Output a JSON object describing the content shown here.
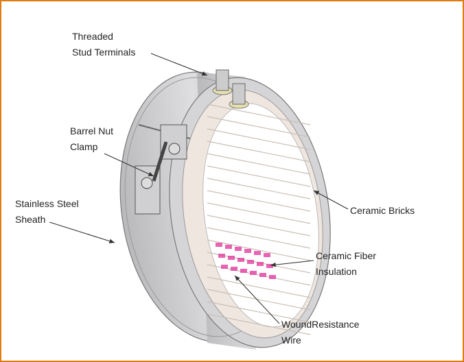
{
  "title": "Ceramic band heater cutaway",
  "labels": {
    "terminals": [
      "Threaded",
      "Stud Terminals"
    ],
    "clamp": [
      "Barrel Nut",
      "Clamp"
    ],
    "sheath": [
      "Stainless Steel",
      "Sheath"
    ],
    "bricks": [
      "Ceramic Bricks"
    ],
    "insulation": [
      "Ceramic Fiber",
      "Insulation"
    ],
    "wire": [
      "WoundResistance",
      "Wire"
    ]
  },
  "colors": {
    "border": "#e07b10",
    "steel": "#c9c9cb",
    "brick": "#efe6df",
    "wire": "#e0309a"
  }
}
